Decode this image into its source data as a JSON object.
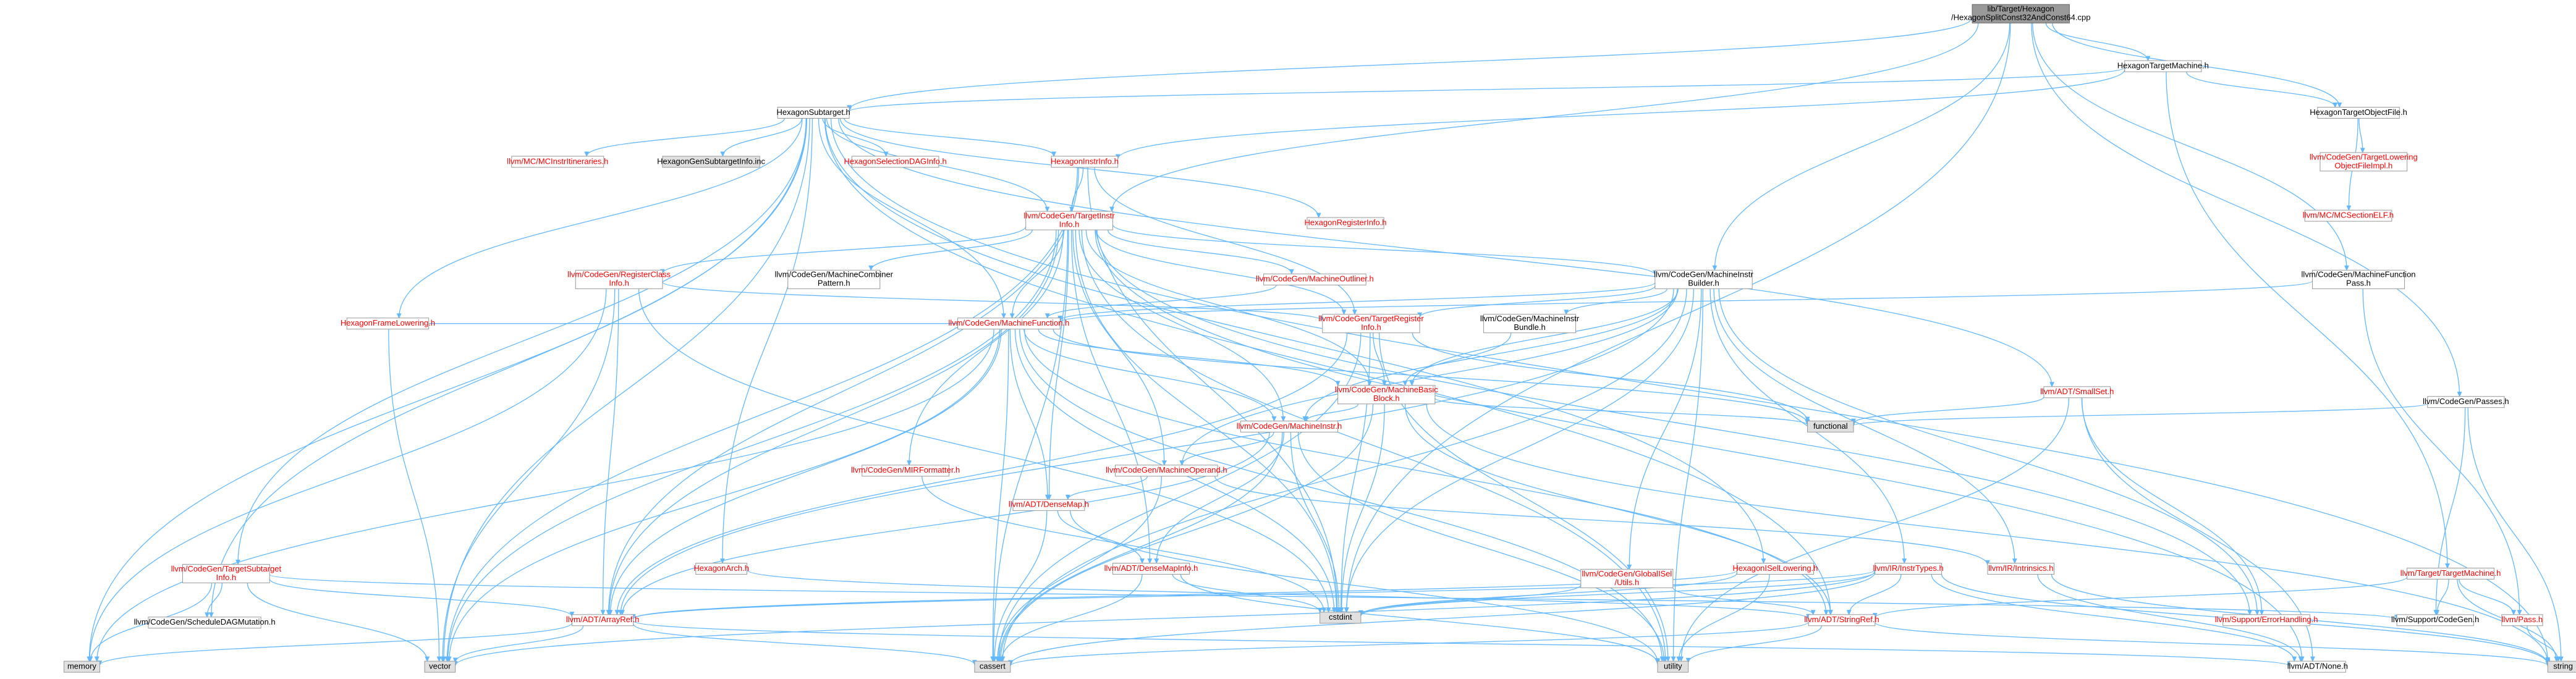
{
  "colors": {
    "edge": "#63b8ff",
    "node_fill": "#ffffff",
    "node_border": "#999999",
    "root_fill": "#999999",
    "root_border": "#666666",
    "external_fill": "#e0e0e0",
    "red_text": "#ff0000"
  },
  "nodes": [
    {
      "id": "root",
      "lines": [
        "lib/Target/Hexagon",
        "/HexagonSplitConst32AndConst64.cpp"
      ],
      "kind": "root"
    },
    {
      "id": "tm",
      "lines": [
        "HexagonTargetMachine.h"
      ],
      "kind": "normal"
    },
    {
      "id": "subtarget",
      "lines": [
        "HexagonSubtarget.h"
      ],
      "kind": "normal"
    },
    {
      "id": "tof",
      "lines": [
        "HexagonTargetObjectFile.h"
      ],
      "kind": "normal"
    },
    {
      "id": "mcitin",
      "lines": [
        "llvm/MC/MCInstrItineraries.h"
      ],
      "kind": "red"
    },
    {
      "id": "gensub",
      "lines": [
        "HexagonGenSubtargetInfo.inc"
      ],
      "kind": "external"
    },
    {
      "id": "seldag",
      "lines": [
        "HexagonSelectionDAGInfo.h"
      ],
      "kind": "red"
    },
    {
      "id": "instrinfo",
      "lines": [
        "HexagonInstrInfo.h"
      ],
      "kind": "red"
    },
    {
      "id": "regx",
      "lines": [
        "HexagonRegisterInfo.h"
      ],
      "kind": "red"
    },
    {
      "id": "cgtii",
      "lines": [
        "llvm/CodeGen/TargetInstr",
        "Info.h"
      ],
      "kind": "red"
    },
    {
      "id": "tlofi",
      "lines": [
        "llvm/CodeGen/TargetLowering",
        "ObjectFileImpl.h"
      ],
      "kind": "red"
    },
    {
      "id": "mcelf",
      "lines": [
        "llvm/MC/MCSectionELF.h"
      ],
      "kind": "red"
    },
    {
      "id": "mfpass",
      "lines": [
        "llvm/CodeGen/MachineFunction",
        "Pass.h"
      ],
      "kind": "normal"
    },
    {
      "id": "passes",
      "lines": [
        "llvm/CodeGen/Passes.h"
      ],
      "kind": "normal"
    },
    {
      "id": "rci",
      "lines": [
        "llvm/CodeGen/RegisterClass",
        "Info.h"
      ],
      "kind": "red"
    },
    {
      "id": "mcp",
      "lines": [
        "llvm/CodeGen/MachineCombiner",
        "Pattern.h"
      ],
      "kind": "normal"
    },
    {
      "id": "mout",
      "lines": [
        "llvm/CodeGen/MachineOutliner.h"
      ],
      "kind": "red"
    },
    {
      "id": "mib",
      "lines": [
        "llvm/CodeGen/MachineInstr",
        "Builder.h"
      ],
      "kind": "normal"
    },
    {
      "id": "hfl",
      "lines": [
        "HexagonFrameLowering.h"
      ],
      "kind": "red"
    },
    {
      "id": "mf",
      "lines": [
        "llvm/CodeGen/MachineFunction.h"
      ],
      "kind": "red"
    },
    {
      "id": "tri",
      "lines": [
        "llvm/CodeGen/TargetRegister",
        "Info.h"
      ],
      "kind": "red"
    },
    {
      "id": "mibundle",
      "lines": [
        "llvm/CodeGen/MachineInstr",
        "Bundle.h"
      ],
      "kind": "normal"
    },
    {
      "id": "smallset",
      "lines": [
        "llvm/ADT/SmallSet.h"
      ],
      "kind": "red"
    },
    {
      "id": "mbb",
      "lines": [
        "llvm/CodeGen/MachineBasic",
        "Block.h"
      ],
      "kind": "red"
    },
    {
      "id": "functional",
      "lines": [
        "functional"
      ],
      "kind": "external"
    },
    {
      "id": "mi",
      "lines": [
        "llvm/CodeGen/MachineInstr.h"
      ],
      "kind": "red"
    },
    {
      "id": "mirf",
      "lines": [
        "llvm/CodeGen/MIRFormatter.h"
      ],
      "kind": "red"
    },
    {
      "id": "mop",
      "lines": [
        "llvm/CodeGen/MachineOperand.h"
      ],
      "kind": "red"
    },
    {
      "id": "densemap",
      "lines": [
        "llvm/ADT/DenseMap.h"
      ],
      "kind": "red"
    },
    {
      "id": "tsi",
      "lines": [
        "llvm/CodeGen/TargetSubtarget",
        "Info.h"
      ],
      "kind": "red"
    },
    {
      "id": "harch",
      "lines": [
        "HexagonArch.h"
      ],
      "kind": "red"
    },
    {
      "id": "dmi",
      "lines": [
        "llvm/ADT/DenseMapInfo.h"
      ],
      "kind": "red"
    },
    {
      "id": "gisel",
      "lines": [
        "llvm/CodeGen/GlobalISel",
        "/Utils.h"
      ],
      "kind": "red"
    },
    {
      "id": "hisel",
      "lines": [
        "HexagonISelLowering.h"
      ],
      "kind": "red"
    },
    {
      "id": "irtypes",
      "lines": [
        "llvm/IR/InstrTypes.h"
      ],
      "kind": "red"
    },
    {
      "id": "intrinsics",
      "lines": [
        "llvm/IR/Intrinsics.h"
      ],
      "kind": "red"
    },
    {
      "id": "ltm",
      "lines": [
        "llvm/Target/TargetMachine.h"
      ],
      "kind": "red"
    },
    {
      "id": "sdm",
      "lines": [
        "llvm/CodeGen/ScheduleDAGMutation.h"
      ],
      "kind": "normal"
    },
    {
      "id": "arrayref",
      "lines": [
        "llvm/ADT/ArrayRef.h"
      ],
      "kind": "red"
    },
    {
      "id": "cstdint",
      "lines": [
        "cstdint"
      ],
      "kind": "external"
    },
    {
      "id": "stringref",
      "lines": [
        "llvm/ADT/StringRef.h"
      ],
      "kind": "red"
    },
    {
      "id": "errh",
      "lines": [
        "llvm/Support/ErrorHandling.h"
      ],
      "kind": "red"
    },
    {
      "id": "supcg",
      "lines": [
        "llvm/Support/CodeGen.h"
      ],
      "kind": "normal"
    },
    {
      "id": "pass",
      "lines": [
        "llvm/Pass.h"
      ],
      "kind": "red"
    },
    {
      "id": "memory",
      "lines": [
        "memory"
      ],
      "kind": "external"
    },
    {
      "id": "vector",
      "lines": [
        "vector"
      ],
      "kind": "external"
    },
    {
      "id": "cassert",
      "lines": [
        "cassert"
      ],
      "kind": "external"
    },
    {
      "id": "utility",
      "lines": [
        "utility"
      ],
      "kind": "external"
    },
    {
      "id": "none",
      "lines": [
        "llvm/ADT/None.h"
      ],
      "kind": "normal"
    },
    {
      "id": "string",
      "lines": [
        "string"
      ],
      "kind": "external"
    }
  ],
  "edges": [
    [
      "root",
      "tm"
    ],
    [
      "root",
      "subtarget"
    ],
    [
      "root",
      "tof"
    ],
    [
      "root",
      "cgtii"
    ],
    [
      "root",
      "mib"
    ],
    [
      "root",
      "mfpass"
    ],
    [
      "root",
      "passes"
    ],
    [
      "root",
      "cstdint"
    ],
    [
      "tm",
      "subtarget"
    ],
    [
      "tm",
      "tof"
    ],
    [
      "tm",
      "instrinfo"
    ],
    [
      "tm",
      "ltm"
    ],
    [
      "subtarget",
      "mcitin"
    ],
    [
      "subtarget",
      "gensub"
    ],
    [
      "subtarget",
      "seldag"
    ],
    [
      "subtarget",
      "instrinfo"
    ],
    [
      "subtarget",
      "regx"
    ],
    [
      "subtarget",
      "hfl"
    ],
    [
      "subtarget",
      "harch"
    ],
    [
      "subtarget",
      "hisel"
    ],
    [
      "subtarget",
      "tsi"
    ],
    [
      "subtarget",
      "sdm"
    ],
    [
      "subtarget",
      "smallset"
    ],
    [
      "subtarget",
      "stringref"
    ],
    [
      "subtarget",
      "memory"
    ],
    [
      "subtarget",
      "vector"
    ],
    [
      "subtarget",
      "string"
    ],
    [
      "subtarget",
      "mf"
    ],
    [
      "subtarget",
      "cgtii"
    ],
    [
      "tof",
      "tlofi"
    ],
    [
      "tof",
      "mcelf"
    ],
    [
      "instrinfo",
      "cgtii"
    ],
    [
      "instrinfo",
      "tri"
    ],
    [
      "instrinfo",
      "arrayref"
    ],
    [
      "instrinfo",
      "cstdint"
    ],
    [
      "instrinfo",
      "vector"
    ],
    [
      "cgtii",
      "rci"
    ],
    [
      "cgtii",
      "mcp"
    ],
    [
      "cgtii",
      "mout"
    ],
    [
      "cgtii",
      "mib"
    ],
    [
      "cgtii",
      "mf"
    ],
    [
      "cgtii",
      "mbb"
    ],
    [
      "cgtii",
      "mi"
    ],
    [
      "cgtii",
      "mop"
    ],
    [
      "cgtii",
      "mirf"
    ],
    [
      "cgtii",
      "densemap"
    ],
    [
      "cgtii",
      "dmi"
    ],
    [
      "cgtii",
      "arrayref"
    ],
    [
      "cgtii",
      "cassert"
    ],
    [
      "cgtii",
      "cstdint"
    ],
    [
      "cgtii",
      "utility"
    ],
    [
      "cgtii",
      "vector"
    ],
    [
      "cgtii",
      "none"
    ],
    [
      "cgtii",
      "errh"
    ],
    [
      "cgtii",
      "tri"
    ],
    [
      "mfpass",
      "mf"
    ],
    [
      "mfpass",
      "pass"
    ],
    [
      "passes",
      "functional"
    ],
    [
      "passes",
      "supcg"
    ],
    [
      "passes",
      "string"
    ],
    [
      "rci",
      "tri"
    ],
    [
      "rci",
      "arrayref"
    ],
    [
      "rci",
      "cstdint"
    ],
    [
      "rci",
      "memory"
    ],
    [
      "rci",
      "vector"
    ],
    [
      "mout",
      "mf"
    ],
    [
      "mib",
      "mf"
    ],
    [
      "mib",
      "mbb"
    ],
    [
      "mib",
      "mi"
    ],
    [
      "mib",
      "mibundle"
    ],
    [
      "mib",
      "mop"
    ],
    [
      "mib",
      "tri"
    ],
    [
      "mib",
      "gisel"
    ],
    [
      "mib",
      "irtypes"
    ],
    [
      "mib",
      "intrinsics"
    ],
    [
      "mib",
      "errh"
    ],
    [
      "mib",
      "cstdint"
    ],
    [
      "mib",
      "utility"
    ],
    [
      "mib",
      "arrayref"
    ],
    [
      "mib",
      "cassert"
    ],
    [
      "hfl",
      "mf"
    ],
    [
      "hfl",
      "vector"
    ],
    [
      "mf",
      "mbb"
    ],
    [
      "mf",
      "mi"
    ],
    [
      "mf",
      "densemap"
    ],
    [
      "mf",
      "arrayref"
    ],
    [
      "mf",
      "cassert"
    ],
    [
      "mf",
      "cstdint"
    ],
    [
      "mf",
      "memory"
    ],
    [
      "mf",
      "utility"
    ],
    [
      "mf",
      "vector"
    ],
    [
      "mf",
      "functional"
    ],
    [
      "mf",
      "stringref"
    ],
    [
      "tri",
      "mbb"
    ],
    [
      "tri",
      "arrayref"
    ],
    [
      "tri",
      "cassert"
    ],
    [
      "tri",
      "cstdint"
    ],
    [
      "tri",
      "functional"
    ],
    [
      "tri",
      "utility"
    ],
    [
      "mibundle",
      "mbb"
    ],
    [
      "smallset",
      "functional"
    ],
    [
      "smallset",
      "errh"
    ],
    [
      "smallset",
      "none"
    ],
    [
      "smallset",
      "utility"
    ],
    [
      "mbb",
      "mi"
    ],
    [
      "mbb",
      "functional"
    ],
    [
      "mbb",
      "cassert"
    ],
    [
      "mbb",
      "cstdint"
    ],
    [
      "mbb",
      "string"
    ],
    [
      "mbb",
      "stringref"
    ],
    [
      "mi",
      "mop"
    ],
    [
      "mi",
      "dmi"
    ],
    [
      "mi",
      "arrayref"
    ],
    [
      "mi",
      "cassert"
    ],
    [
      "mi",
      "cstdint"
    ],
    [
      "mi",
      "utility"
    ],
    [
      "mirf",
      "cstdint"
    ],
    [
      "mop",
      "densemap"
    ],
    [
      "mop",
      "intrinsics"
    ],
    [
      "mop",
      "cassert"
    ],
    [
      "densemap",
      "dmi"
    ],
    [
      "densemap",
      "cassert"
    ],
    [
      "densemap",
      "utility"
    ],
    [
      "tsi",
      "arrayref"
    ],
    [
      "tsi",
      "sdm"
    ],
    [
      "tsi",
      "supcg"
    ],
    [
      "tsi",
      "memory"
    ],
    [
      "tsi",
      "vector"
    ],
    [
      "harch",
      "stringref"
    ],
    [
      "dmi",
      "cassert"
    ],
    [
      "dmi",
      "cstdint"
    ],
    [
      "dmi",
      "utility"
    ],
    [
      "gisel",
      "stringref"
    ],
    [
      "gisel",
      "cstdint"
    ],
    [
      "hisel",
      "arrayref"
    ],
    [
      "hisel",
      "cstdint"
    ],
    [
      "hisel",
      "utility"
    ],
    [
      "irtypes",
      "arrayref"
    ],
    [
      "irtypes",
      "stringref"
    ],
    [
      "irtypes",
      "cassert"
    ],
    [
      "irtypes",
      "cstdint"
    ],
    [
      "irtypes",
      "string"
    ],
    [
      "irtypes",
      "none"
    ],
    [
      "irtypes",
      "vector"
    ],
    [
      "intrinsics",
      "none"
    ],
    [
      "intrinsics",
      "string"
    ],
    [
      "ltm",
      "supcg"
    ],
    [
      "ltm",
      "pass"
    ],
    [
      "ltm",
      "stringref"
    ],
    [
      "ltm",
      "string"
    ],
    [
      "pass",
      "string"
    ],
    [
      "arrayref",
      "memory"
    ],
    [
      "arrayref",
      "vector"
    ],
    [
      "arrayref",
      "cassert"
    ],
    [
      "arrayref",
      "none"
    ],
    [
      "stringref",
      "cassert"
    ],
    [
      "stringref",
      "string"
    ],
    [
      "stringref",
      "utility"
    ]
  ]
}
